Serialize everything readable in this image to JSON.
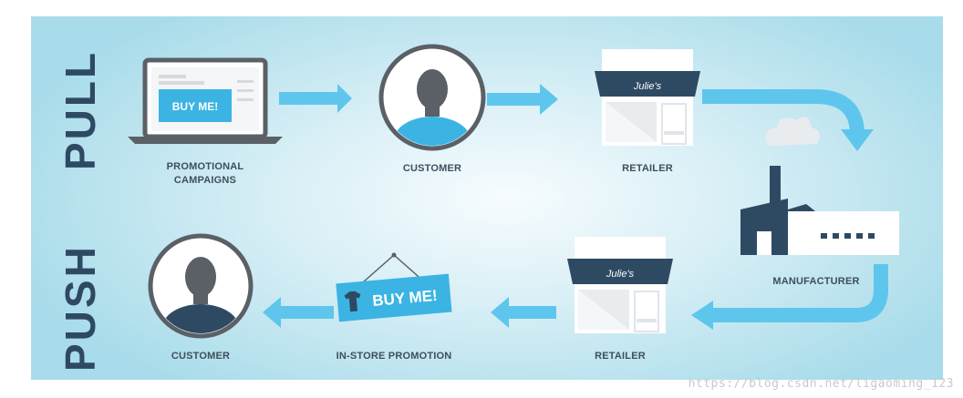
{
  "side_labels": {
    "top": "PULL",
    "bottom": "PUSH"
  },
  "pull_row": {
    "promotional": "PROMOTIONAL CAMPAIGNS",
    "customer": "CUSTOMER",
    "retailer": "RETAILER"
  },
  "manufacturer": "MANUFACTURER",
  "push_row": {
    "customer": "CUSTOMER",
    "in_store": "IN-STORE PROMOTION",
    "retailer": "RETAILER"
  },
  "laptop_banner_text": "BUY ME!",
  "sign_text": "BUY ME!",
  "store_sign": "Julie's",
  "watermark": "https://blog.csdn.net/ligaoming_123",
  "colors": {
    "navy": "#2e4a63",
    "accent_blue": "#3bb4e3",
    "arrow_blue": "#5ec6ec",
    "face_gray": "#5a6066"
  }
}
